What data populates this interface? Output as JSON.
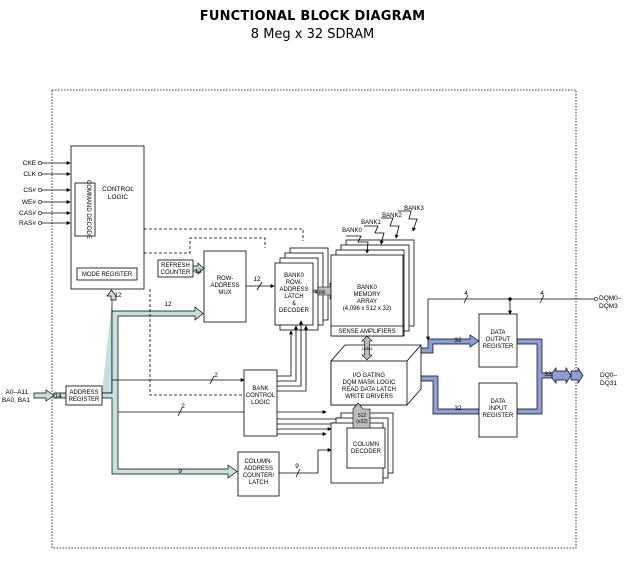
{
  "header": {
    "title": "FUNCTIONAL BLOCK DIAGRAM",
    "subtitle": "8 Meg x 32 SDRAM"
  },
  "pins": {
    "cke": "CKE",
    "clk": "CLK",
    "cs": "CS#",
    "we": "WE#",
    "cas": "CAS#",
    "ras": "RAS#",
    "addr_1": "A0–A11,",
    "addr_2": "BA0, BA1",
    "dqm_1": "DQM0–",
    "dqm_2": "DQM3",
    "dq_1": "DQ0–",
    "dq_2": "DQ31"
  },
  "blocks": {
    "control_logic_1": "CONTROL",
    "control_logic_2": "LOGIC",
    "command_decode": "COMMAND DECODE",
    "mode_register": "MODE REGISTER",
    "refresh_counter_1": "REFRESH",
    "refresh_counter_2": "COUNTER",
    "row_mux_1": "ROW-",
    "row_mux_2": "ADDRESS",
    "row_mux_3": "MUX",
    "row_latch_1": "BANK0",
    "row_latch_2": "ROW-",
    "row_latch_3": "ADDRESS",
    "row_latch_4": "LATCH",
    "row_latch_5": "&",
    "row_latch_6": "DECODER",
    "latch_4096": "4096",
    "bank_labels": [
      "BANK0",
      "BANK1",
      "BANK2",
      "BANK3"
    ],
    "memory_1": "BANK0",
    "memory_2": "MEMORY",
    "memory_3": "ARRAY",
    "memory_4": "(4,096 x 512 x 32)",
    "sense_amps": "SENSE AMPLIFIERS",
    "io_1": "I/O GATING",
    "io_2": "DQM MASK LOGIC",
    "io_3": "READ DATA LATCH",
    "io_4": "WRITE DRIVERS",
    "io_arrow": "16384",
    "address_register_1": "ADDRESS",
    "address_register_2": "REGISTER",
    "bank_control_1": "BANK",
    "bank_control_2": "CONTROL",
    "bank_control_3": "LOGIC",
    "column_counter_1": "COLUMN-",
    "column_counter_2": "ADDRESS",
    "column_counter_3": "COUNTER/",
    "column_counter_4": "LATCH",
    "column_decoder_1": "COLUMN",
    "column_decoder_2": "DECODER",
    "col_512_1": "512",
    "col_512_2": "(x32)",
    "data_out_1": "DATA",
    "data_out_2": "OUTPUT",
    "data_out_3": "REGISTER",
    "data_in_1": "DATA",
    "data_in_2": "INPUT",
    "data_in_3": "REGISTER"
  },
  "bus_widths": {
    "mode_reg_out": "12",
    "to_mux": "12",
    "refresh_to_mux": "12",
    "mux_to_latch": "12",
    "address_in": "14",
    "bank_ctrl_in": "2",
    "bank_ctrl_2": "2",
    "column_in": "9",
    "column_out": "9",
    "dqm_left": "4",
    "dqm_right": "4",
    "data_out_bus": "32",
    "data_in_bus": "32",
    "dq_bus": "32"
  }
}
